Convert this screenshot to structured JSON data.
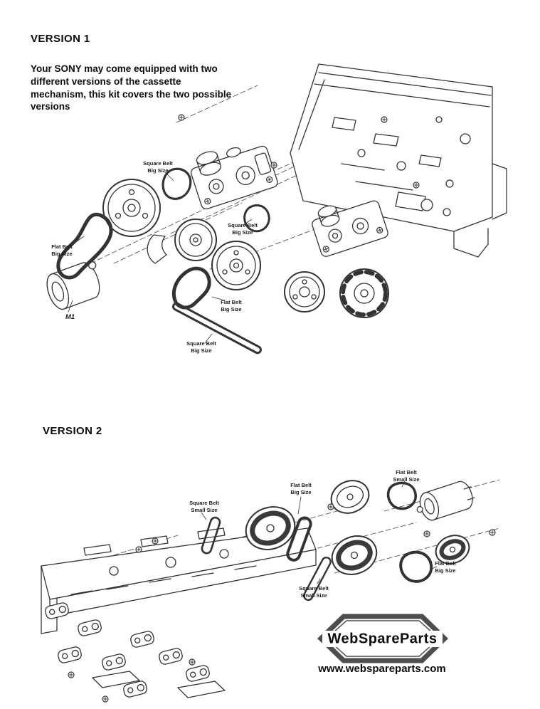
{
  "version1": {
    "title": "VERSION 1",
    "description": "Your SONY may come equipped with two different versions of the cassette mechanism, this kit covers the two possible versions",
    "labels": [
      {
        "line1": "Square Belt",
        "line2": "Big Size"
      },
      {
        "line1": "Flat Belt",
        "line2": "Big Size"
      },
      {
        "line1": "Square Belt",
        "line2": "Big Size"
      },
      {
        "line1": "Flat Belt",
        "line2": "Big Size"
      },
      {
        "line1": "Square Belt",
        "line2": "Big Size"
      }
    ],
    "motor_label": "M1"
  },
  "version2": {
    "title": "VERSION 2",
    "labels": [
      {
        "line1": "Square Belt",
        "line2": "Small Size"
      },
      {
        "line1": "Flat Belt",
        "line2": "Big Size"
      },
      {
        "line1": "Flat Belt",
        "line2": "Small Size"
      },
      {
        "line1": "Square Belt",
        "line2": "Small Size"
      },
      {
        "line1": "Flat Belt",
        "line2": "Big Size"
      }
    ]
  },
  "branding": {
    "logo_text": "WebSpareParts",
    "logo_icon": "hexagon",
    "website": "www.webspareparts.com"
  },
  "colors": {
    "diagram_stroke": "#333333",
    "dark_rim": "#3a3a3a",
    "logo_outline": "#4d4d4d",
    "text": "#0d0d0d"
  }
}
